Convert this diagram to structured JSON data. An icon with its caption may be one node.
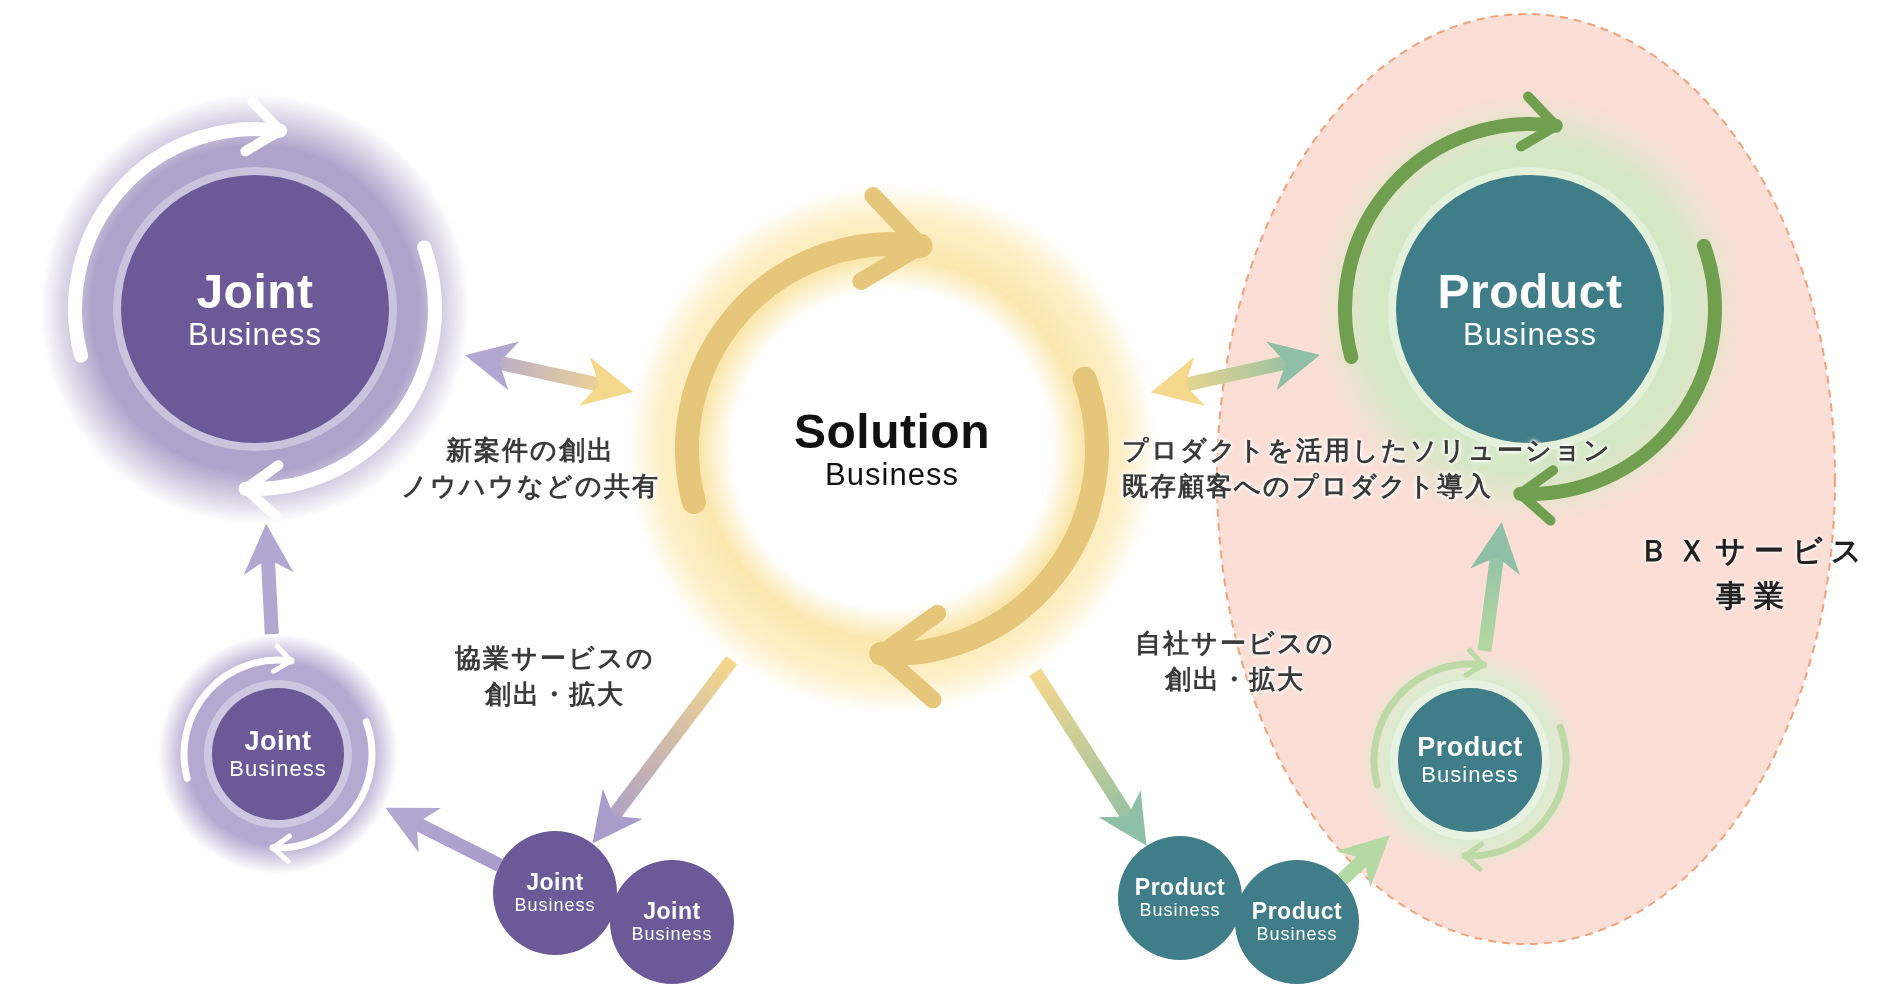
{
  "diagram": {
    "nodes": [
      {
        "text": [
          "Joint",
          "Business"
        ]
      },
      {
        "text": [
          "Solution",
          "Business"
        ]
      },
      {
        "text": [
          "ＢＸサービス事業"
        ]
      },
      {
        "text": [
          "Product",
          "Business"
        ],
        "in": 2
      },
      {
        "text": [
          "Joint",
          "Business"
        ]
      },
      {
        "text": [
          "Joint",
          "Business"
        ]
      },
      {
        "text": [
          "Joint",
          "Business"
        ]
      },
      {
        "text": [
          "Product",
          "Business"
        ]
      },
      {
        "text": [
          "Product",
          "Business"
        ]
      },
      {
        "text": [
          "Product",
          "Business"
        ],
        "in": 2
      }
    ],
    "edges": [
      {
        "from": 0,
        "to": 1,
        "arrow": "both",
        "label": "新案件の創出ノウハウなどの共有"
      },
      {
        "from": 1,
        "to": 3,
        "arrow": "both",
        "label": "プロダクトを活用したソリューション既存顧客へのプロダクト導入"
      },
      {
        "from": 1,
        "to": 5,
        "arrow": "to",
        "label": "協業サービスの創出・拡大"
      },
      {
        "from": 1,
        "to": 7,
        "arrow": "to",
        "label": "自社サービスの創出・拡大"
      },
      {
        "from": 5,
        "to": 4,
        "arrow": "to"
      },
      {
        "from": 4,
        "to": 0,
        "arrow": "to"
      },
      {
        "from": 8,
        "to": 9,
        "arrow": "to"
      },
      {
        "from": 9,
        "to": 3,
        "arrow": "to"
      }
    ]
  }
}
